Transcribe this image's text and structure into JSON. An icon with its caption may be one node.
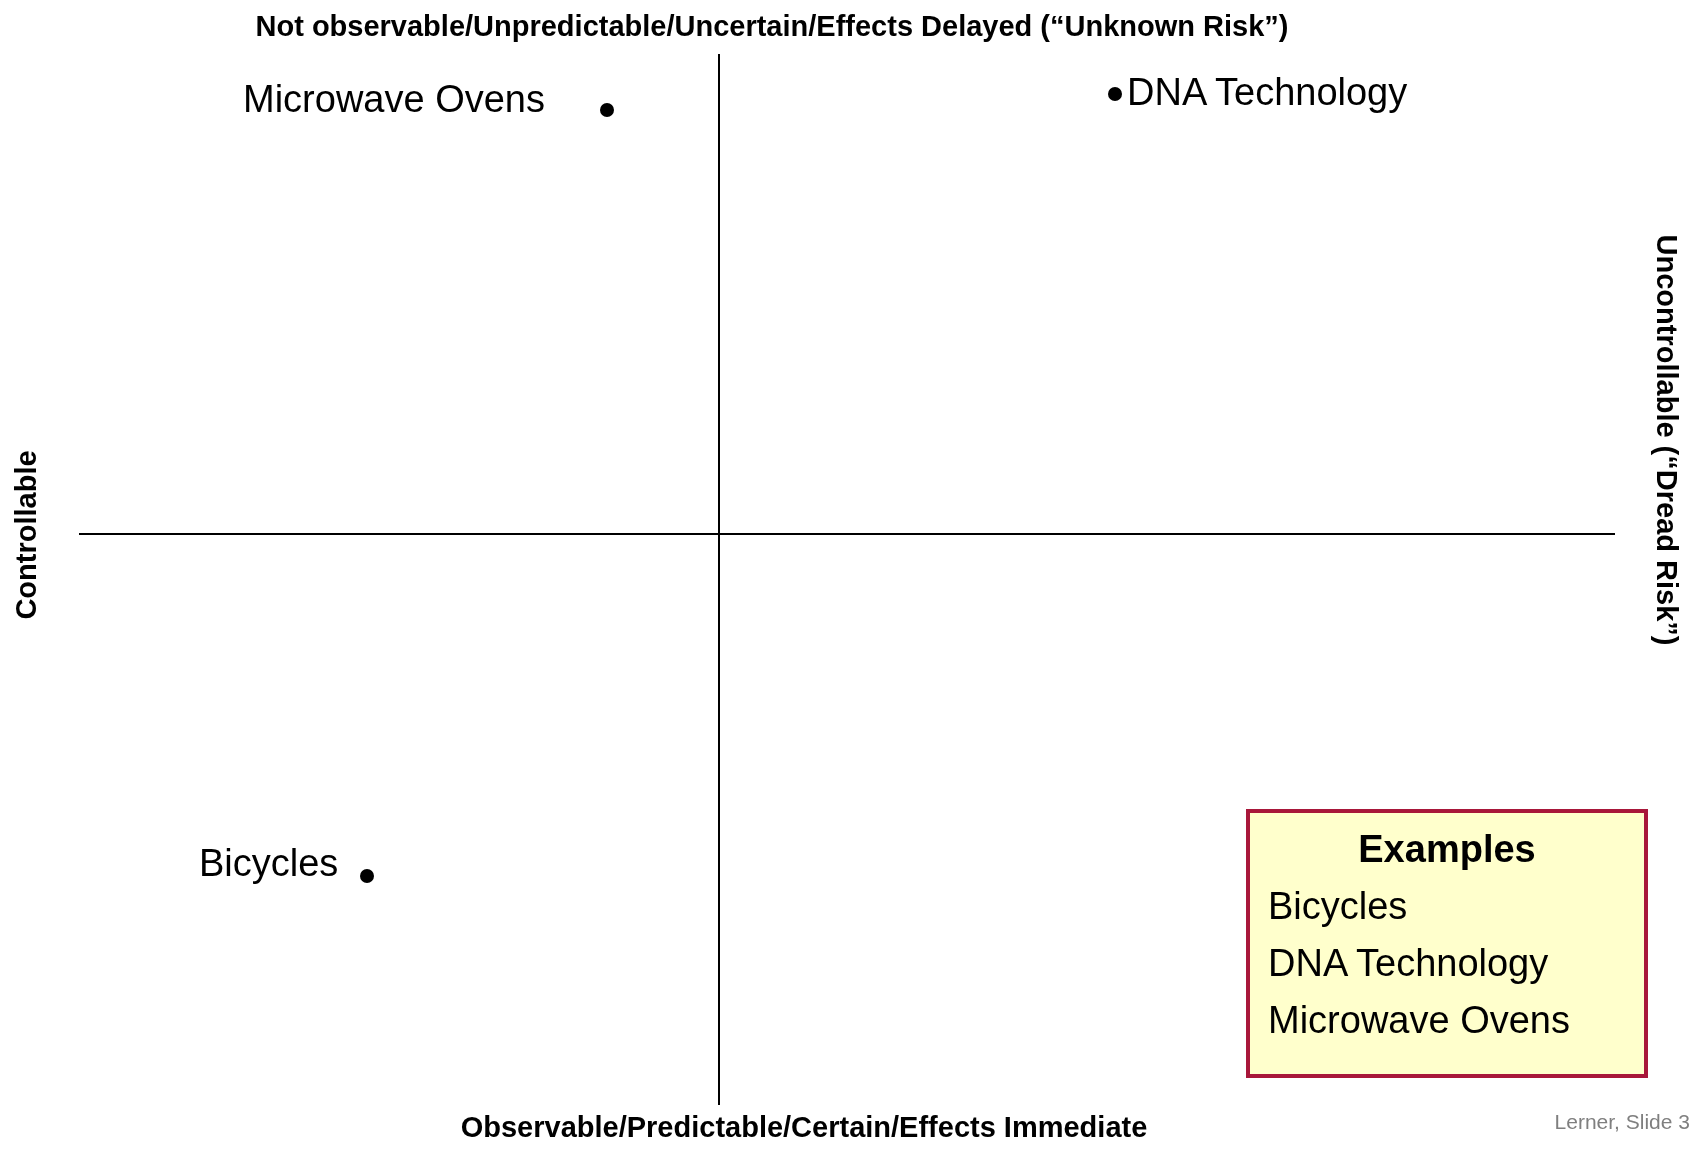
{
  "diagram": {
    "nodes": [
      {
        "text": [
          "Examples",
          "Bicycles",
          "DNA Technology",
          "Microwave Ovens"
        ]
      }
    ],
    "labels": [
      "Not observable/Unpredictable/Uncertain/Effects Delayed (“Unknown Risk”)",
      "Microwave Ovens",
      "DNA Technology",
      "Uncontrollable (“Dread Risk”)",
      "Controllable",
      "Bicycles",
      "Observable/Predictable/Certain/Effects Immediate",
      "Lerner, Slide 3"
    ]
  }
}
